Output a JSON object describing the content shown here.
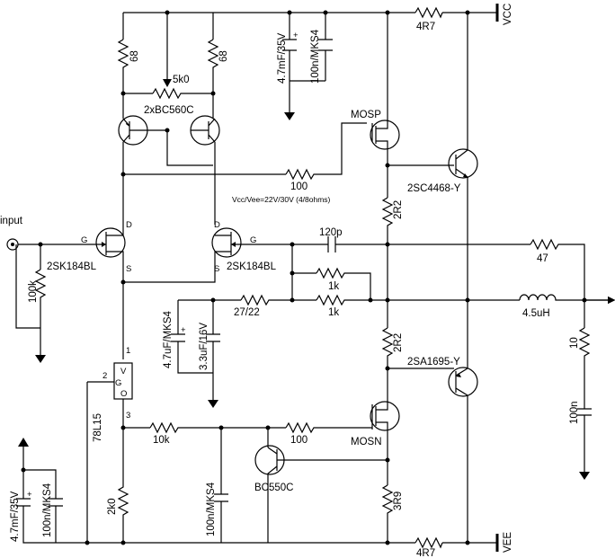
{
  "labels": {
    "vcc": "VCC",
    "vee": "VEE",
    "input": "input",
    "r_top_4r7": "4R7",
    "r_bot_4r7": "4R7",
    "r68_left": "68",
    "r68_right": "68",
    "pot": "5k0",
    "pnp_pair": "2xBC560C",
    "cap_top_elec": "4.7mF/35V",
    "cap_top_film": "100n/MKS4",
    "mosp": "MOSP",
    "r100_top": "100",
    "supply_note": "Vcc/Vee=22V/30V (4/8ohms)",
    "q_2sc4468": "2SC4468-Y",
    "r2r2_top": "2R2",
    "jfet_left": "2SK184BL",
    "jfet_right": "2SK184BL",
    "pin_d_left": "D",
    "pin_g_left": "G",
    "pin_s_left": "S",
    "pin_d_right": "D",
    "pin_g_right": "G",
    "pin_s_right": "S",
    "cap_120p": "120p",
    "r47": "47",
    "r1k_upper": "1k",
    "r1k_lower": "1k",
    "r27_22": "27/22",
    "inductor": "4.5uH",
    "r100k": "100k",
    "cap_4u7_mks4": "4.7uF/MKS4",
    "cap_3u3": "3.3uF/16V",
    "r2r2_bot": "2R2",
    "q_2sa1695": "2SA1695-Y",
    "r10": "10",
    "reg_pin1": "1",
    "reg_pin2": "2",
    "reg_pin3": "3",
    "reg_v": "V",
    "reg_g": "G",
    "reg_o": "O",
    "reg_78l15": "78L15",
    "r10k": "10k",
    "r100_bot": "100",
    "mosn": "MOSN",
    "cap_100n_out": "100n",
    "bc550c": "BC550C",
    "cap_bot_elec": "4.7mF/35V",
    "cap_bot_film": "100n/MKS4",
    "r2k0": "2k0",
    "cap_100n_mks4_bot": "100n/MKS4",
    "r3r9": "3R9",
    "plus_top": "+",
    "plus_bot": "+",
    "plus_4u7": "+"
  }
}
